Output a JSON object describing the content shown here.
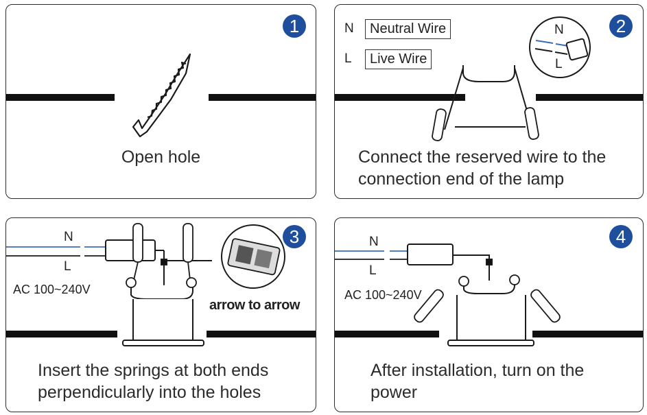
{
  "steps": [
    {
      "number": "1",
      "caption": "Open hole"
    },
    {
      "number": "2",
      "caption_line1": "Connect the reserved wire to the",
      "caption_line2": "connection end of the lamp"
    },
    {
      "number": "3",
      "caption_line1": "Insert the springs at both ends",
      "caption_line2": "perpendicularly into the holes"
    },
    {
      "number": "4",
      "caption_line1": "After installation, turn on the",
      "caption_line2": "power"
    }
  ],
  "legend": {
    "n_letter": "N",
    "n_text": "Neutral Wire",
    "l_letter": "L",
    "l_text": "Live Wire"
  },
  "wiring": {
    "n": "N",
    "l": "L",
    "voltage": "AC 100~240V"
  },
  "callout": "arrow to arrow",
  "colors": {
    "badge": "#1f4e9c",
    "neutral_wire": "#3a6db5",
    "ceiling": "#111111"
  }
}
